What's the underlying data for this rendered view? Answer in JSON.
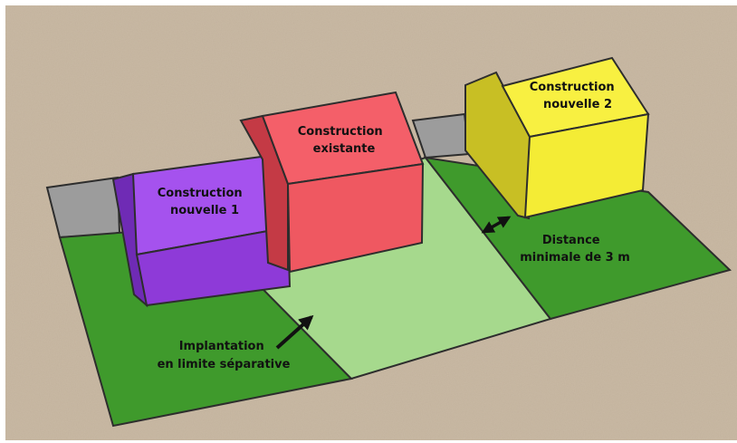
{
  "labels": {
    "construction_nouvelle_1": [
      "Construction",
      "nouvelle 1"
    ],
    "construction_existante": [
      "Construction",
      "existante"
    ],
    "construction_nouvelle_2": [
      "Construction",
      "nouvelle 2"
    ],
    "implantation": [
      "Implantation",
      "en limite séparative"
    ],
    "distance": [
      "Distance",
      "minimale de 3 m"
    ]
  },
  "colors": {
    "background": "#c9b9a4",
    "lot_green": "#3f9a2c",
    "lot_light_green": "#a6d98d",
    "neighbor_gray": "#9c9c9c",
    "building_purple": "#9a45e8",
    "building_red": "#f1606a",
    "building_yellow": "#f6ee3b",
    "outline": "#2d2d2d"
  }
}
